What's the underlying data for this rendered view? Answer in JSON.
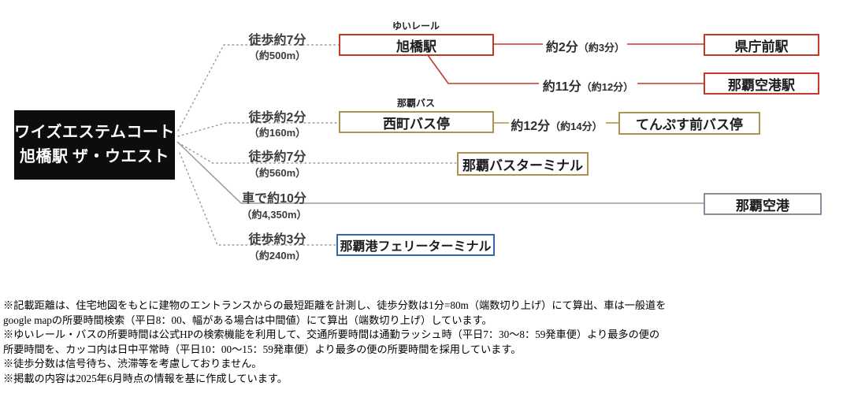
{
  "property": {
    "name_line1": "ワイズエステムコート",
    "name_line2": "旭橋駅 ザ・ウエスト"
  },
  "routes": [
    {
      "mode_label": "徒歩約7分",
      "distance": "（約500m）",
      "line_label": "ゆいレール",
      "station": "旭橋駅",
      "color": "#c0392b"
    },
    {
      "mode_label": "徒歩約2分",
      "distance": "（約160m）",
      "line_label": "那覇バス",
      "station": "西町バス停",
      "color": "#ac9350"
    },
    {
      "mode_label": "徒歩約7分",
      "distance": "（約560m）",
      "station": "那覇バスターミナル",
      "color": "#ac9350"
    },
    {
      "mode_label": "車で約10分",
      "distance": "（約4,350m）",
      "station": "那覇空港",
      "color": "#8f8b9d"
    },
    {
      "mode_label": "徒歩約3分",
      "distance": "（約240m）",
      "station": "那覇港フェリーターミナル",
      "color": "#2d68b2"
    }
  ],
  "connections": [
    {
      "from": "旭橋駅",
      "time": "約2分",
      "time_offpeak": "（約3分）",
      "to": "県庁前駅",
      "color": "#c0392b"
    },
    {
      "from": "旭橋駅",
      "time": "約11分",
      "time_offpeak": "（約12分）",
      "to": "那覇空港駅",
      "color": "#c0392b"
    },
    {
      "from": "西町バス停",
      "time": "約12分",
      "time_offpeak": "（約14分）",
      "to": "てんぷす前バス停",
      "color": "#ac9350"
    }
  ],
  "notes": [
    "※記載距離は、住宅地図をもとに建物のエントランスからの最短距離を計測し、徒歩分数は1分=80m（端数切り上げ）にて算出、車は一般道を",
    "google mapの所要時間検索（平日8：00、幅がある場合は中間値）にて算出（端数切り上げ）しています。",
    "※ゆいレール・バスの所要時間は公式HPの検索機能を利用して、交通所要時間は通勤ラッシュ時（平日7：30～8：59発車便）より最多の便の",
    "所要時間を、カッコ内は日中平常時（平日10：00～15：59発車便）より最多の便の所要時間を採用しています。",
    "※徒歩分数は信号待ち、渋滞等を考慮しておりません。",
    "※掲載の内容は2025年6月時点の情報を基に作成しています。"
  ]
}
